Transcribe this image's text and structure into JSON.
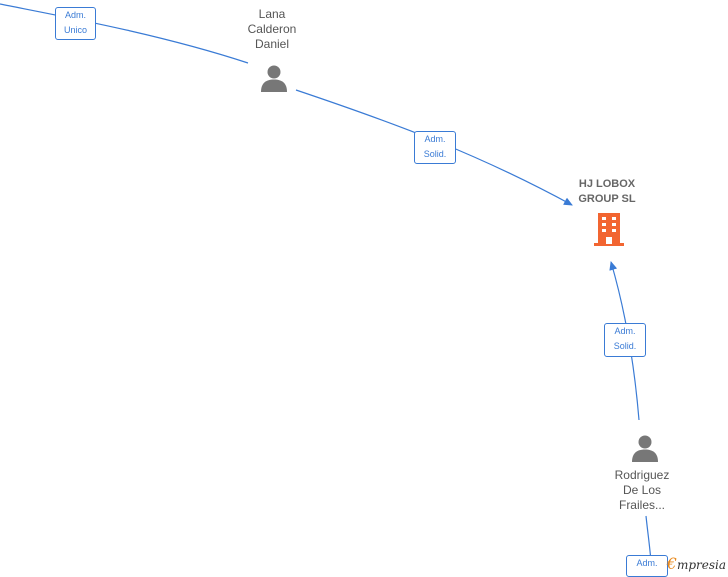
{
  "colors": {
    "edge": "#3a7bd5",
    "company_icon": "#f26531",
    "person_icon": "#777777"
  },
  "badges": {
    "top_left": {
      "line1": "Adm.",
      "line2": "Unico"
    },
    "middle": {
      "line1": "Adm.",
      "line2": "Solid."
    },
    "right": {
      "line1": "Adm.",
      "line2": "Solid."
    },
    "bottom": {
      "line1": "Adm."
    }
  },
  "nodes": {
    "person_lana": {
      "line1": "Lana",
      "line2": "Calderon",
      "line3": "Daniel",
      "icon": "person-icon"
    },
    "company": {
      "line1": "HJ LOBOX",
      "line2": "GROUP  SL",
      "icon": "building-icon"
    },
    "person_rodriguez": {
      "line1": "Rodriguez",
      "line2": "De Los",
      "line3": "Frailes...",
      "icon": "person-icon"
    }
  },
  "brand": {
    "initial": "€",
    "rest": "mpresia"
  }
}
